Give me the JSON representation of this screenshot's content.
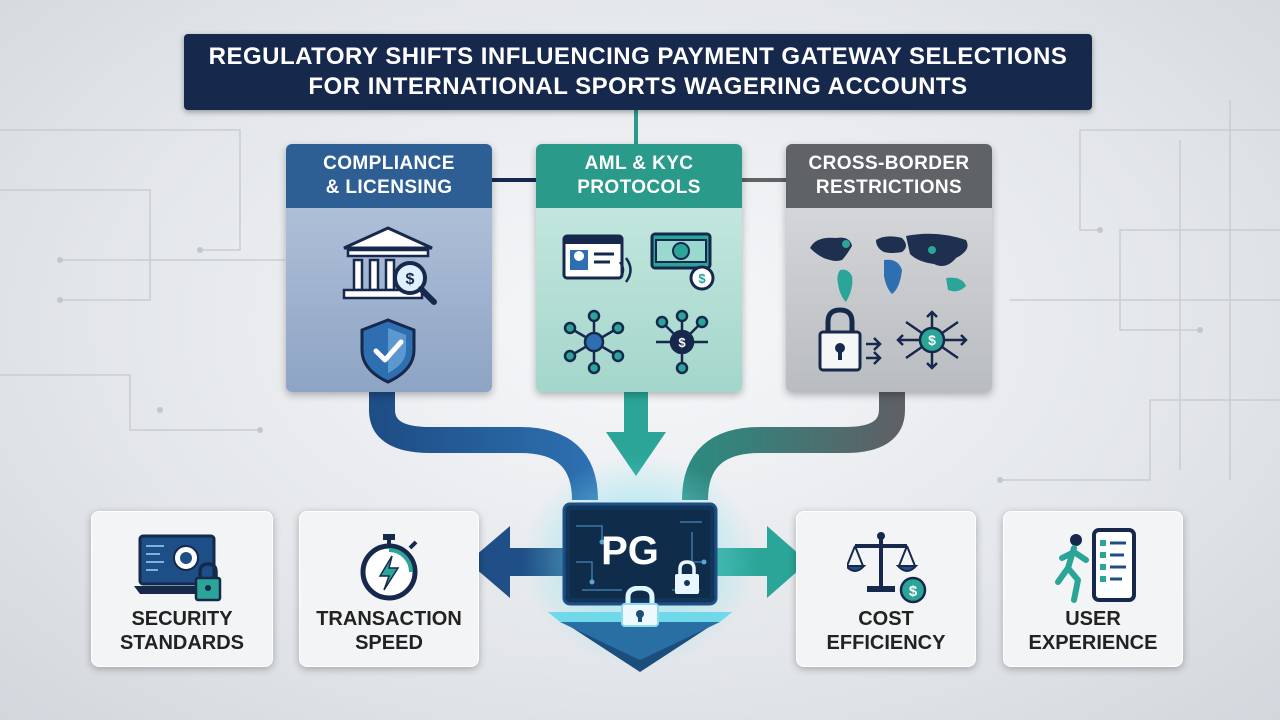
{
  "title": {
    "line1": "Regulatory Shifts Influencing Payment Gateway Selections",
    "line2": "for International Sports Wagering Accounts"
  },
  "panels": {
    "compliance": {
      "line1": "Compliance",
      "line2": "& Licensing",
      "color": "#2d5e94"
    },
    "aml": {
      "line1": "AML & KYC",
      "line2": "Protocols",
      "color": "#2a9a8a"
    },
    "cross_border": {
      "line1": "Cross-Border",
      "line2": "Restrictions",
      "color": "#5f6267"
    }
  },
  "gateway": {
    "label": "PG"
  },
  "cards": {
    "security": {
      "line1": "Security",
      "line2": "Standards"
    },
    "speed": {
      "line1": "Transaction",
      "line2": "Speed"
    },
    "cost": {
      "line1": "Cost",
      "line2": "Efficiency"
    },
    "ux": {
      "line1": "User",
      "line2": "Experience"
    }
  },
  "icons": [
    "bank-icon",
    "magnifier-icon",
    "shield-check-icon",
    "id-card-icon",
    "cash-icon",
    "network-icon",
    "dollar-network-icon",
    "world-map-icon",
    "padlock-icon",
    "dollar-arrows-icon",
    "laptop-lock-icon",
    "stopwatch-icon",
    "scales-icon",
    "runner-phone-icon"
  ]
}
